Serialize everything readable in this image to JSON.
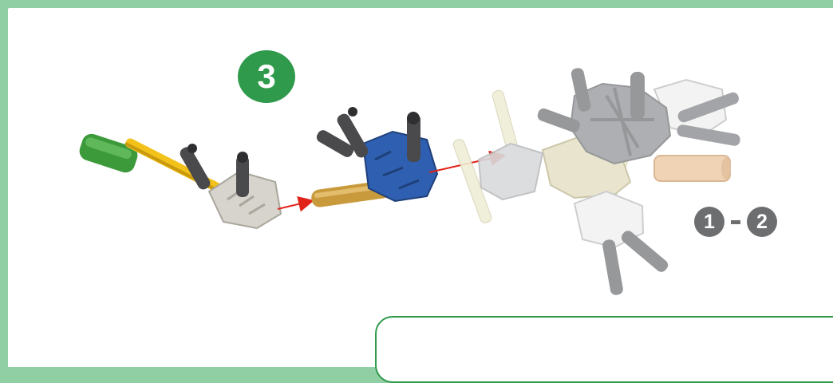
{
  "step": {
    "number": "3"
  },
  "reference": {
    "from": "1",
    "to": "2"
  },
  "colors": {
    "frame_green": "#8fcfa3",
    "step_badge": "#2f9a4b",
    "reference_gray": "#6d6e70",
    "arrow_red": "#e2231a",
    "green_clip": "#3c9a3a",
    "yellow_rod": "#f2c21b",
    "gray_connector": "#d6d4cc",
    "dark_rod": "#4a4a4c",
    "blue_connector": "#2f5fb0",
    "tan_rod": "#c89a3b",
    "beige_connector": "#e6e2c8",
    "peach_rod": "#efcfae",
    "light_gray_rod": "#8c8d90"
  },
  "icons": [
    "step-number-badge",
    "red-arrow-icon",
    "reference-number-badge"
  ]
}
